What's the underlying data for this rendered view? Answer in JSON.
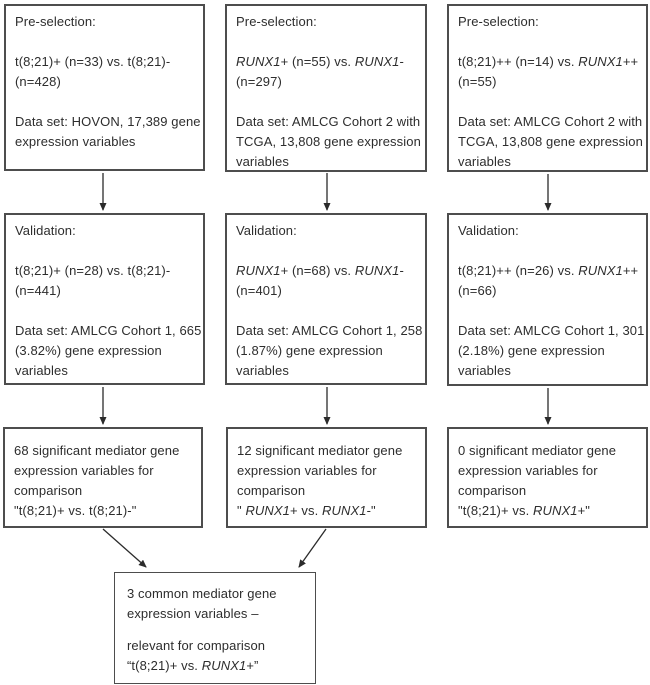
{
  "figure": {
    "kind": "flowchart",
    "columns": 3,
    "rows": [
      "pre-selection",
      "validation",
      "result",
      "common"
    ]
  },
  "colors": {
    "background": "#ffffff",
    "box_border": "#4d4d4d",
    "text": "#2d2d2d",
    "arrow": "#2b2b2b"
  },
  "boxes": [
    {
      "id": "preselection-t821",
      "lines": [
        [
          {
            "t": "Pre-selection:"
          }
        ],
        [],
        [
          {
            "t": "t(8;21)+ (n=33) vs. t(8;21)-"
          }
        ],
        [
          {
            "t": "(n=428)"
          }
        ],
        [],
        [
          {
            "t": "Data set: HOVON, 17,389 gene"
          }
        ],
        [
          {
            "t": "expression variables"
          }
        ]
      ]
    },
    {
      "id": "preselection-runx1",
      "lines": [
        [
          {
            "t": "Pre-selection:"
          }
        ],
        [],
        [
          {
            "t": "RUNX1",
            "i": true
          },
          {
            "t": "+ (n=55) vs. "
          },
          {
            "t": "RUNX1",
            "i": true
          },
          {
            "t": "-"
          }
        ],
        [
          {
            "t": "(n=297)"
          }
        ],
        [],
        [
          {
            "t": "Data set: AMLCG Cohort 2 with"
          }
        ],
        [
          {
            "t": "TCGA, 13,808 gene expression"
          }
        ],
        [
          {
            "t": "variables"
          }
        ]
      ]
    },
    {
      "id": "preselection-t821-vs-runx1",
      "lines": [
        [
          {
            "t": "Pre-selection:"
          }
        ],
        [],
        [
          {
            "t": "t(8;21)++ (n=14) vs. "
          },
          {
            "t": "RUNX1",
            "i": true
          },
          {
            "t": "++"
          }
        ],
        [
          {
            "t": "(n=55)"
          }
        ],
        [],
        [
          {
            "t": "Data set: AMLCG Cohort 2 with"
          }
        ],
        [
          {
            "t": "TCGA, 13,808 gene expression"
          }
        ],
        [
          {
            "t": "variables"
          }
        ]
      ]
    },
    {
      "id": "validation-t821",
      "lines": [
        [
          {
            "t": "Validation:"
          }
        ],
        [],
        [
          {
            "t": "t(8;21)+ (n=28) vs. t(8;21)-"
          }
        ],
        [
          {
            "t": "(n=441)"
          }
        ],
        [],
        [
          {
            "t": "Data set: AMLCG Cohort 1, 665"
          }
        ],
        [
          {
            "t": "(3.82%) gene expression"
          }
        ],
        [
          {
            "t": "variables"
          }
        ]
      ]
    },
    {
      "id": "validation-runx1",
      "lines": [
        [
          {
            "t": "Validation:"
          }
        ],
        [],
        [
          {
            "t": "RUNX1",
            "i": true
          },
          {
            "t": "+ (n=68) vs. "
          },
          {
            "t": "RUNX1",
            "i": true
          },
          {
            "t": "-"
          }
        ],
        [
          {
            "t": "(n=401)"
          }
        ],
        [],
        [
          {
            "t": "Data set: AMLCG Cohort 1, 258"
          }
        ],
        [
          {
            "t": "(1.87%) gene expression"
          }
        ],
        [
          {
            "t": "variables"
          }
        ]
      ]
    },
    {
      "id": "validation-t821-vs-runx1",
      "lines": [
        [
          {
            "t": "Validation:"
          }
        ],
        [],
        [
          {
            "t": "t(8;21)++ (n=26) vs. "
          },
          {
            "t": "RUNX1",
            "i": true
          },
          {
            "t": "++"
          }
        ],
        [
          {
            "t": "(n=66)"
          }
        ],
        [],
        [
          {
            "t": "Data set: AMLCG Cohort 1, 301"
          }
        ],
        [
          {
            "t": "(2.18%) gene expression"
          }
        ],
        [
          {
            "t": "variables"
          }
        ]
      ]
    },
    {
      "id": "result-t821",
      "lines": [
        [
          {
            "t": "68 significant mediator gene"
          }
        ],
        [
          {
            "t": "expression variables for"
          }
        ],
        [
          {
            "t": "comparison"
          }
        ],
        [
          {
            "t": "\"t(8;21)+ vs. t(8;21)-\""
          }
        ]
      ]
    },
    {
      "id": "result-runx1",
      "lines": [
        [
          {
            "t": "12 significant mediator gene"
          }
        ],
        [
          {
            "t": "expression variables for"
          }
        ],
        [
          {
            "t": "comparison"
          }
        ],
        [
          {
            "t": "\" "
          },
          {
            "t": "RUNX1",
            "i": true
          },
          {
            "t": "+ vs. "
          },
          {
            "t": "RUNX1",
            "i": true
          },
          {
            "t": "-\""
          }
        ]
      ]
    },
    {
      "id": "result-t821-vs-runx1",
      "lines": [
        [
          {
            "t": "0 significant mediator gene"
          }
        ],
        [
          {
            "t": "expression variables for"
          }
        ],
        [
          {
            "t": "comparison"
          }
        ],
        [
          {
            "t": "\"t(8;21)+ vs. "
          },
          {
            "t": "RUNX1",
            "i": true
          },
          {
            "t": "+\""
          }
        ]
      ]
    },
    {
      "id": "common-mediator",
      "lines": [
        [
          {
            "t": "3 common mediator gene"
          }
        ],
        [
          {
            "t": "expression variables –"
          }
        ],
        [],
        [
          {
            "t": "relevant for comparison"
          }
        ],
        [
          {
            "t": "“t(8;21)+ vs. "
          },
          {
            "t": "RUNX1",
            "i": true
          },
          {
            "t": "+”"
          }
        ]
      ]
    }
  ],
  "arrows": [
    {
      "from": "preselection-t821",
      "to": "validation-t821"
    },
    {
      "from": "preselection-runx1",
      "to": "validation-runx1"
    },
    {
      "from": "preselection-t821-vs-runx1",
      "to": "validation-t821-vs-runx1"
    },
    {
      "from": "validation-t821",
      "to": "result-t821"
    },
    {
      "from": "validation-runx1",
      "to": "result-runx1"
    },
    {
      "from": "validation-t821-vs-runx1",
      "to": "result-t821-vs-runx1"
    },
    {
      "from": "result-t821",
      "to": "common-mediator"
    },
    {
      "from": "result-runx1",
      "to": "common-mediator"
    }
  ]
}
